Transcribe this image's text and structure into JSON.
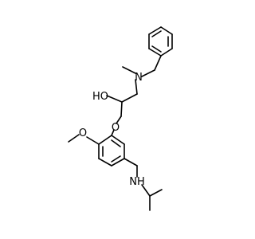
{
  "structure": {
    "atom_labels": {
      "n_methyl": "N",
      "hydroxyl": "HO",
      "ether_o": "O",
      "methoxy_o": "O",
      "nh": "NH"
    },
    "label_color": "#000000",
    "bond_color": "#000000",
    "background": "#ffffff"
  }
}
